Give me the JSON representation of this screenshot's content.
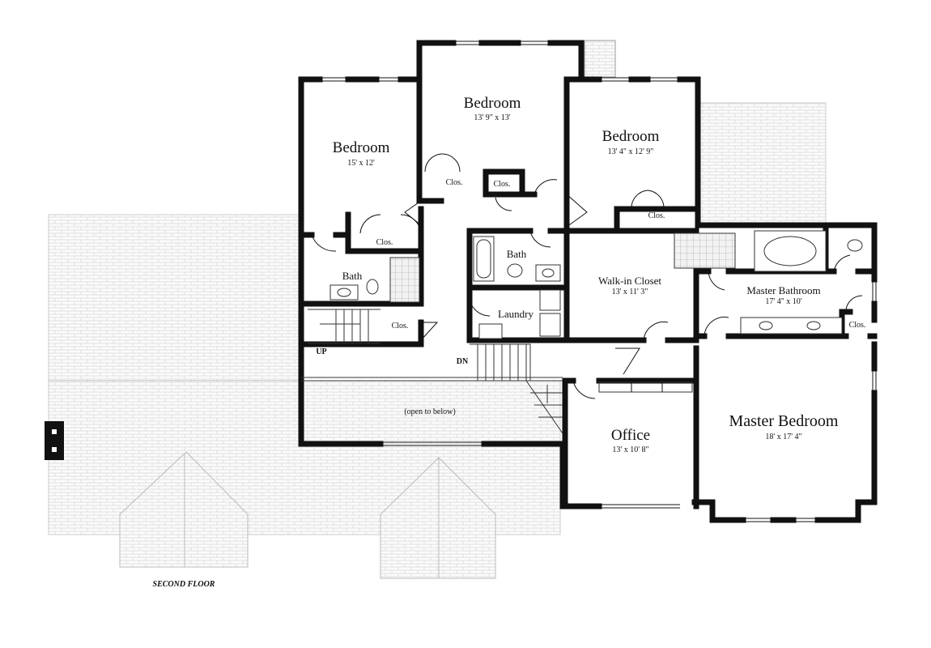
{
  "rooms": {
    "bedroom_1": {
      "name": "Bedroom",
      "dims": "15' x 12'"
    },
    "bedroom_2": {
      "name": "Bedroom",
      "dims": "13' 9\" x 13'"
    },
    "bedroom_3": {
      "name": "Bedroom",
      "dims": "13' 4\" x 12' 9\""
    },
    "walkin": {
      "name": "Walk-in Closet",
      "dims": "13' x 11' 3\""
    },
    "master_bath": {
      "name": "Master Bathroom",
      "dims": "17' 4\" x 10'"
    },
    "office": {
      "name": "Office",
      "dims": "13' x 10' 8\""
    },
    "master_bed": {
      "name": "Master Bedroom",
      "dims": "18' x 17' 4\""
    },
    "bath_1": {
      "name": "Bath"
    },
    "bath_2": {
      "name": "Bath"
    },
    "laundry": {
      "name": "Laundry"
    }
  },
  "closets": {
    "c1": "Clos.",
    "c2": "Clos.",
    "c3": "Clos.",
    "c4": "Clos.",
    "c5": "Clos.",
    "c6": "Clos."
  },
  "annotations": {
    "up": "UP",
    "dn": "DN",
    "open": "(open to below)"
  },
  "caption": "SECOND FLOOR",
  "colors": {
    "wall": "#111111",
    "roof_line": "#cfcfcf",
    "roof_fill": "#fafafa"
  }
}
